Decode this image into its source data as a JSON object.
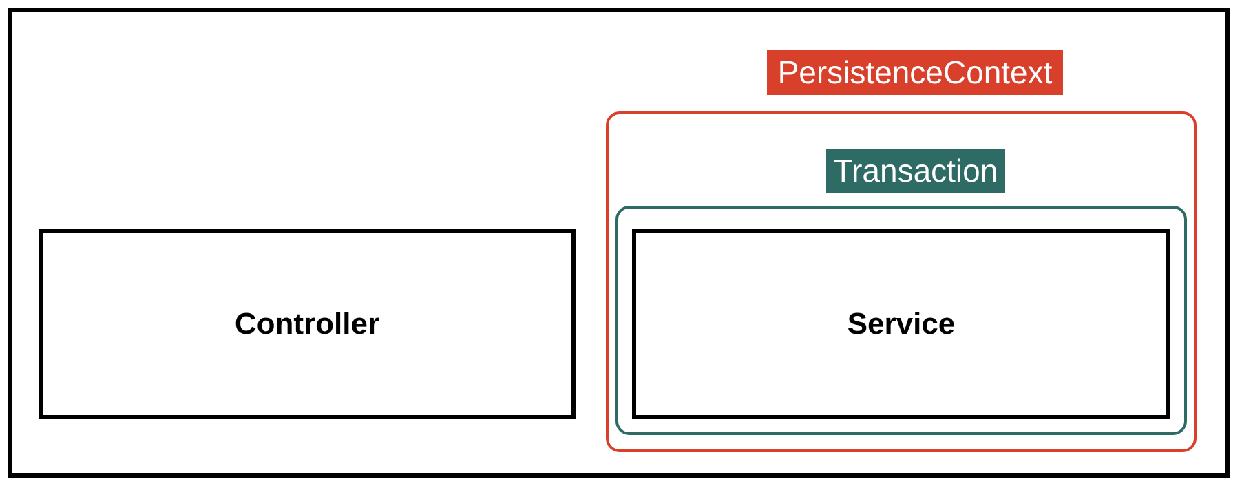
{
  "diagram": {
    "controller_label": "Controller",
    "service_label": "Service",
    "persistence_context_label": "PersistenceContext",
    "transaction_label": "Transaction"
  },
  "colors": {
    "persistence_context": "#d9402b",
    "transaction": "#2e6b64",
    "box_border": "#000000"
  }
}
